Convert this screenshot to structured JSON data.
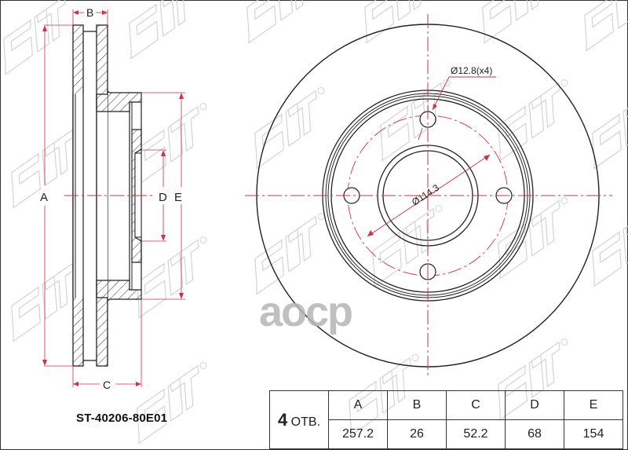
{
  "drawing": {
    "part_number": "ST-40206-80E01",
    "dimension_labels": {
      "A": "A",
      "B": "B",
      "C": "C",
      "D": "D",
      "E": "E"
    },
    "bolt_hole_callout": "Ø12.8(x4)",
    "pcd_callout": "Ø114.3",
    "watermark_brand": "SAT",
    "watermark_logo": "aocp",
    "colors": {
      "outline": "#222222",
      "dimension": "#cc3344",
      "watermark": "#c8c8c8"
    }
  },
  "spec_table": {
    "holes_count": "4",
    "holes_unit": "ОТВ.",
    "headers": [
      "A",
      "B",
      "C",
      "D",
      "E"
    ],
    "values": [
      "257.2",
      "26",
      "52.2",
      "68",
      "154"
    ]
  }
}
